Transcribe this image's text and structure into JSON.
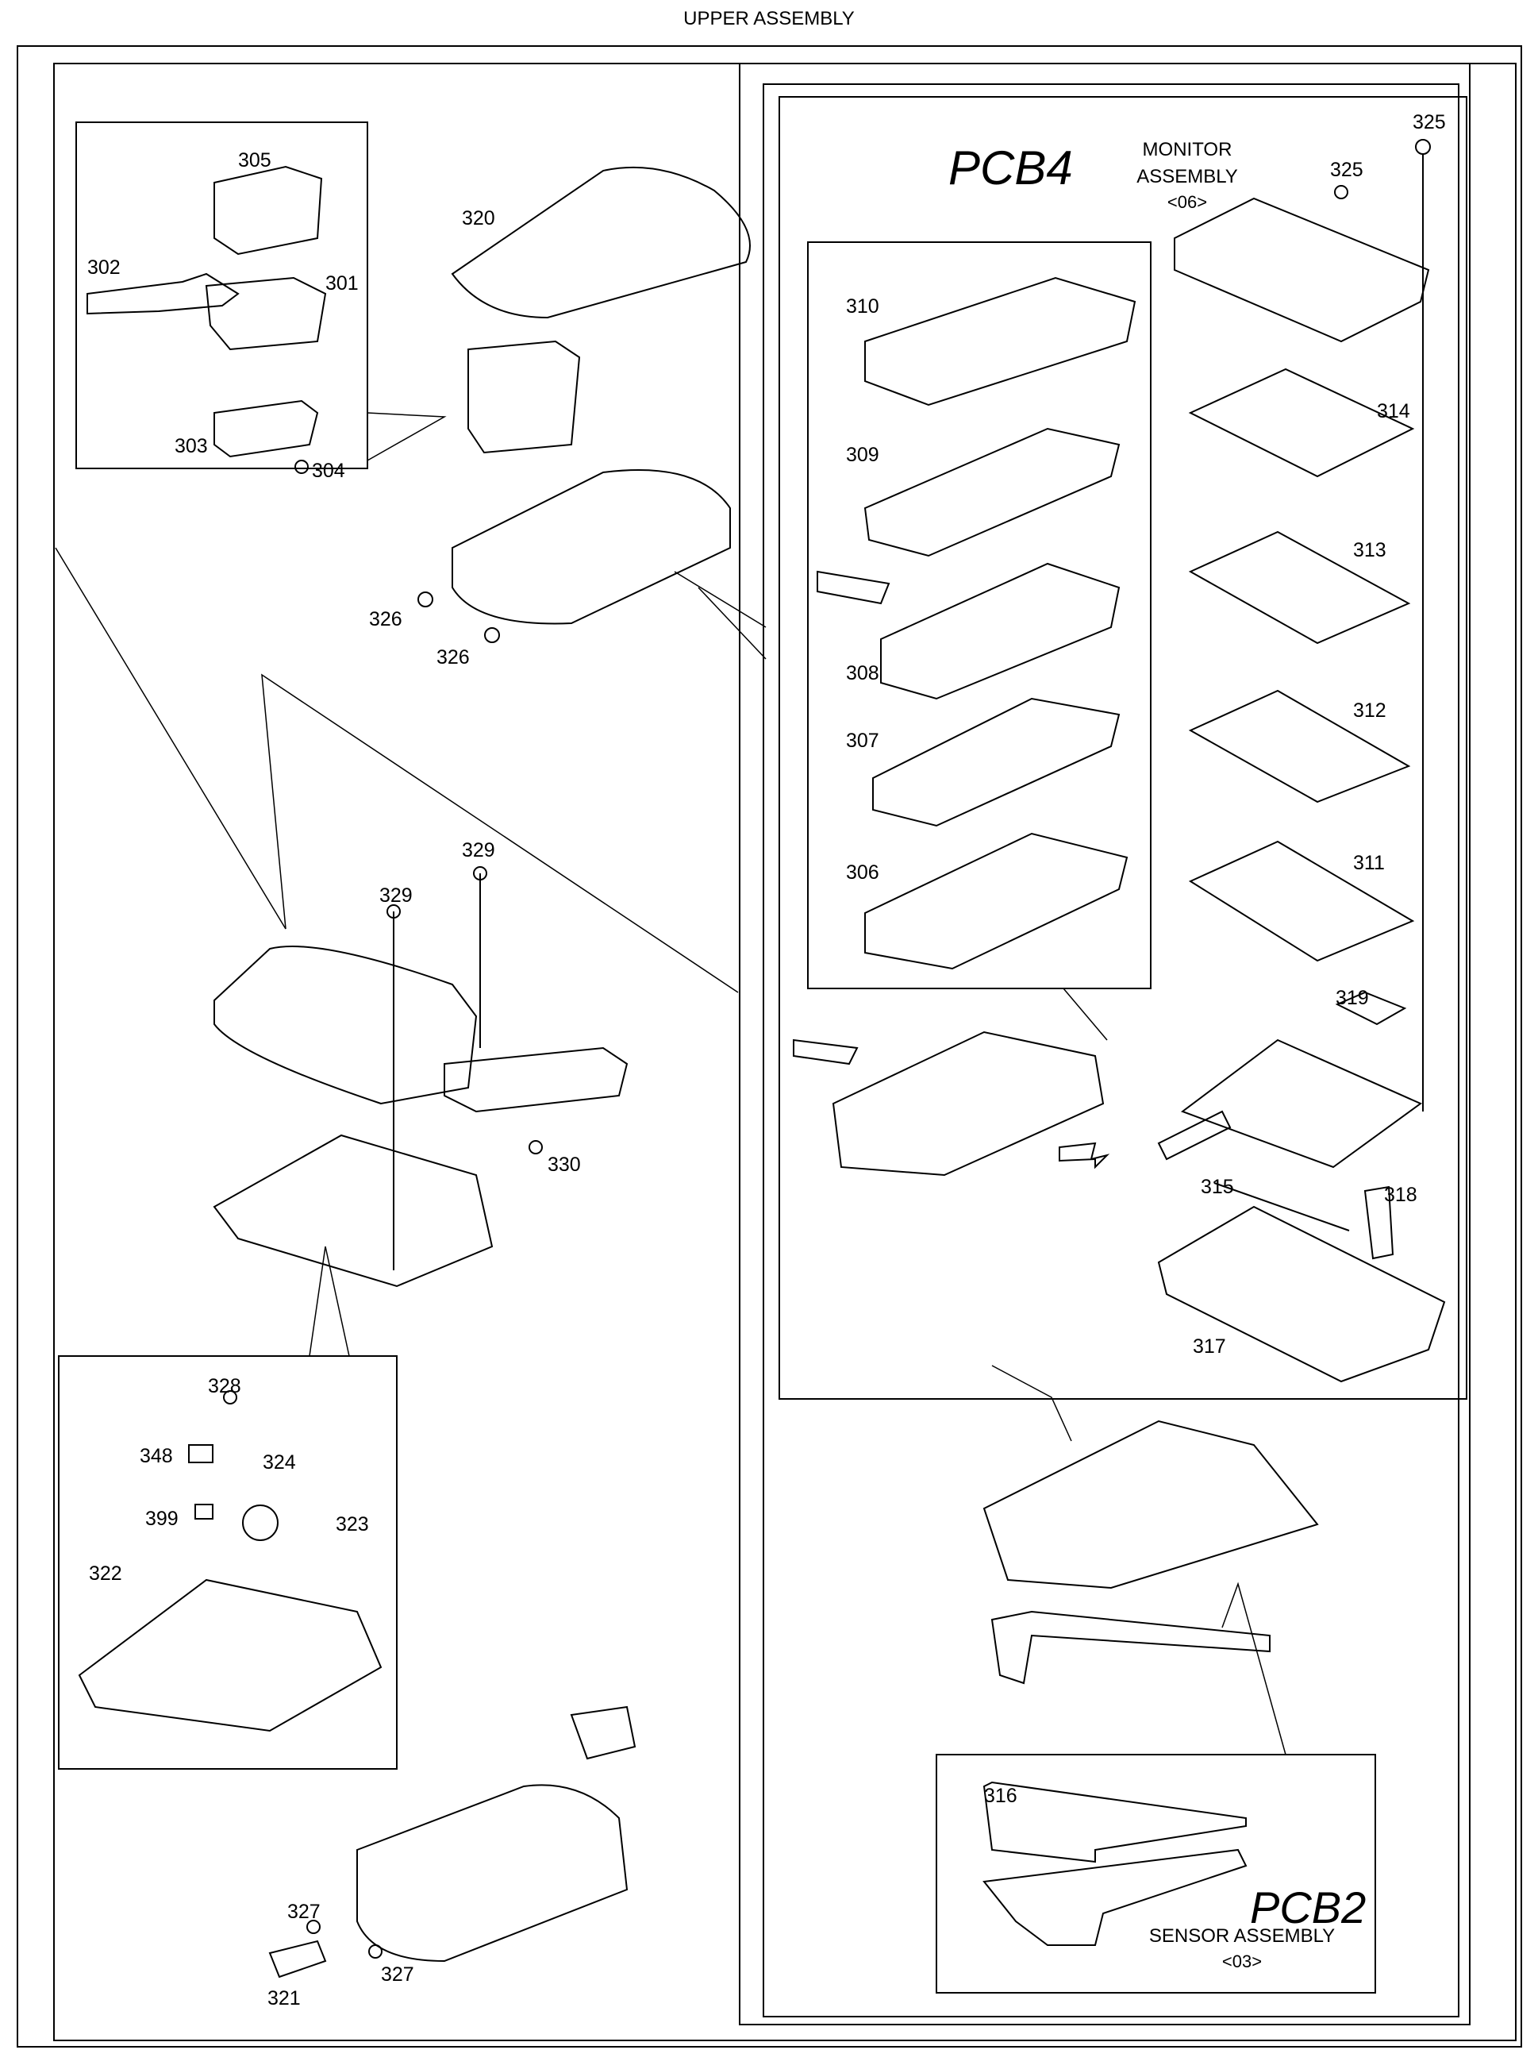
{
  "title": "UPPER ASSEMBLY",
  "annotations": {
    "pcb4": "PCB4",
    "pcb2": "PCB2",
    "monitor_line1": "MONITOR",
    "monitor_line2": "ASSEMBLY",
    "monitor_code": "<06>",
    "sensor_line1": "SENSOR ASSEMBLY",
    "sensor_code": "<03>"
  },
  "labels": {
    "p301": "301",
    "p302": "302",
    "p303": "303",
    "p304": "304",
    "p305": "305",
    "p306": "306",
    "p307": "307",
    "p308": "308",
    "p309": "309",
    "p310": "310",
    "p311": "311",
    "p312": "312",
    "p313": "313",
    "p314": "314",
    "p315": "315",
    "p316": "316",
    "p317": "317",
    "p318": "318",
    "p319": "319",
    "p320": "320",
    "p321": "321",
    "p322": "322",
    "p323": "323",
    "p324": "324",
    "p325a": "325",
    "p325b": "325",
    "p326a": "326",
    "p326b": "326",
    "p327a": "327",
    "p327b": "327",
    "p328": "328",
    "p329a": "329",
    "p329b": "329",
    "p330": "330",
    "p348": "348",
    "p399": "399"
  }
}
